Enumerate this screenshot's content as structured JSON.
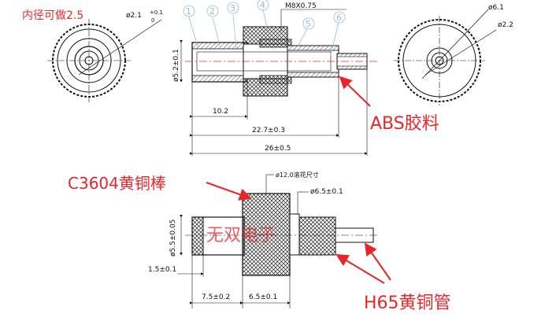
{
  "note_inner_diameter": "内径可做2.5",
  "callouts": [
    "1",
    "2",
    "3",
    "4",
    "5",
    "6"
  ],
  "dims_top": {
    "bore": "ø2.1",
    "bore_tol_upper": "+0.1",
    "bore_tol_lower": "0",
    "thread": "M8X0.75",
    "height": "ø5.2±0.1",
    "len_10": "10.2",
    "len_22": "22.7±0.3",
    "len_26": "26±0.5",
    "d61": "ø6.1",
    "d22": "ø2.2"
  },
  "dims_bottom": {
    "knurl": "ø12.0滚花尺寸",
    "d65": "ø6.5±0.1",
    "d55": "ø5.5±0.05",
    "len_15": "1.5±0.1",
    "len_75": "7.5±0.2",
    "len_65": "6.5±0.1"
  },
  "materials": {
    "abs": "ABS胶料",
    "c3604": "C3604黄铜棒",
    "h65": "H65黄铜管"
  },
  "watermark": "无双电子",
  "colors": {
    "red": "#e8262a",
    "callout": "#9bd",
    "hatch": "#222"
  }
}
